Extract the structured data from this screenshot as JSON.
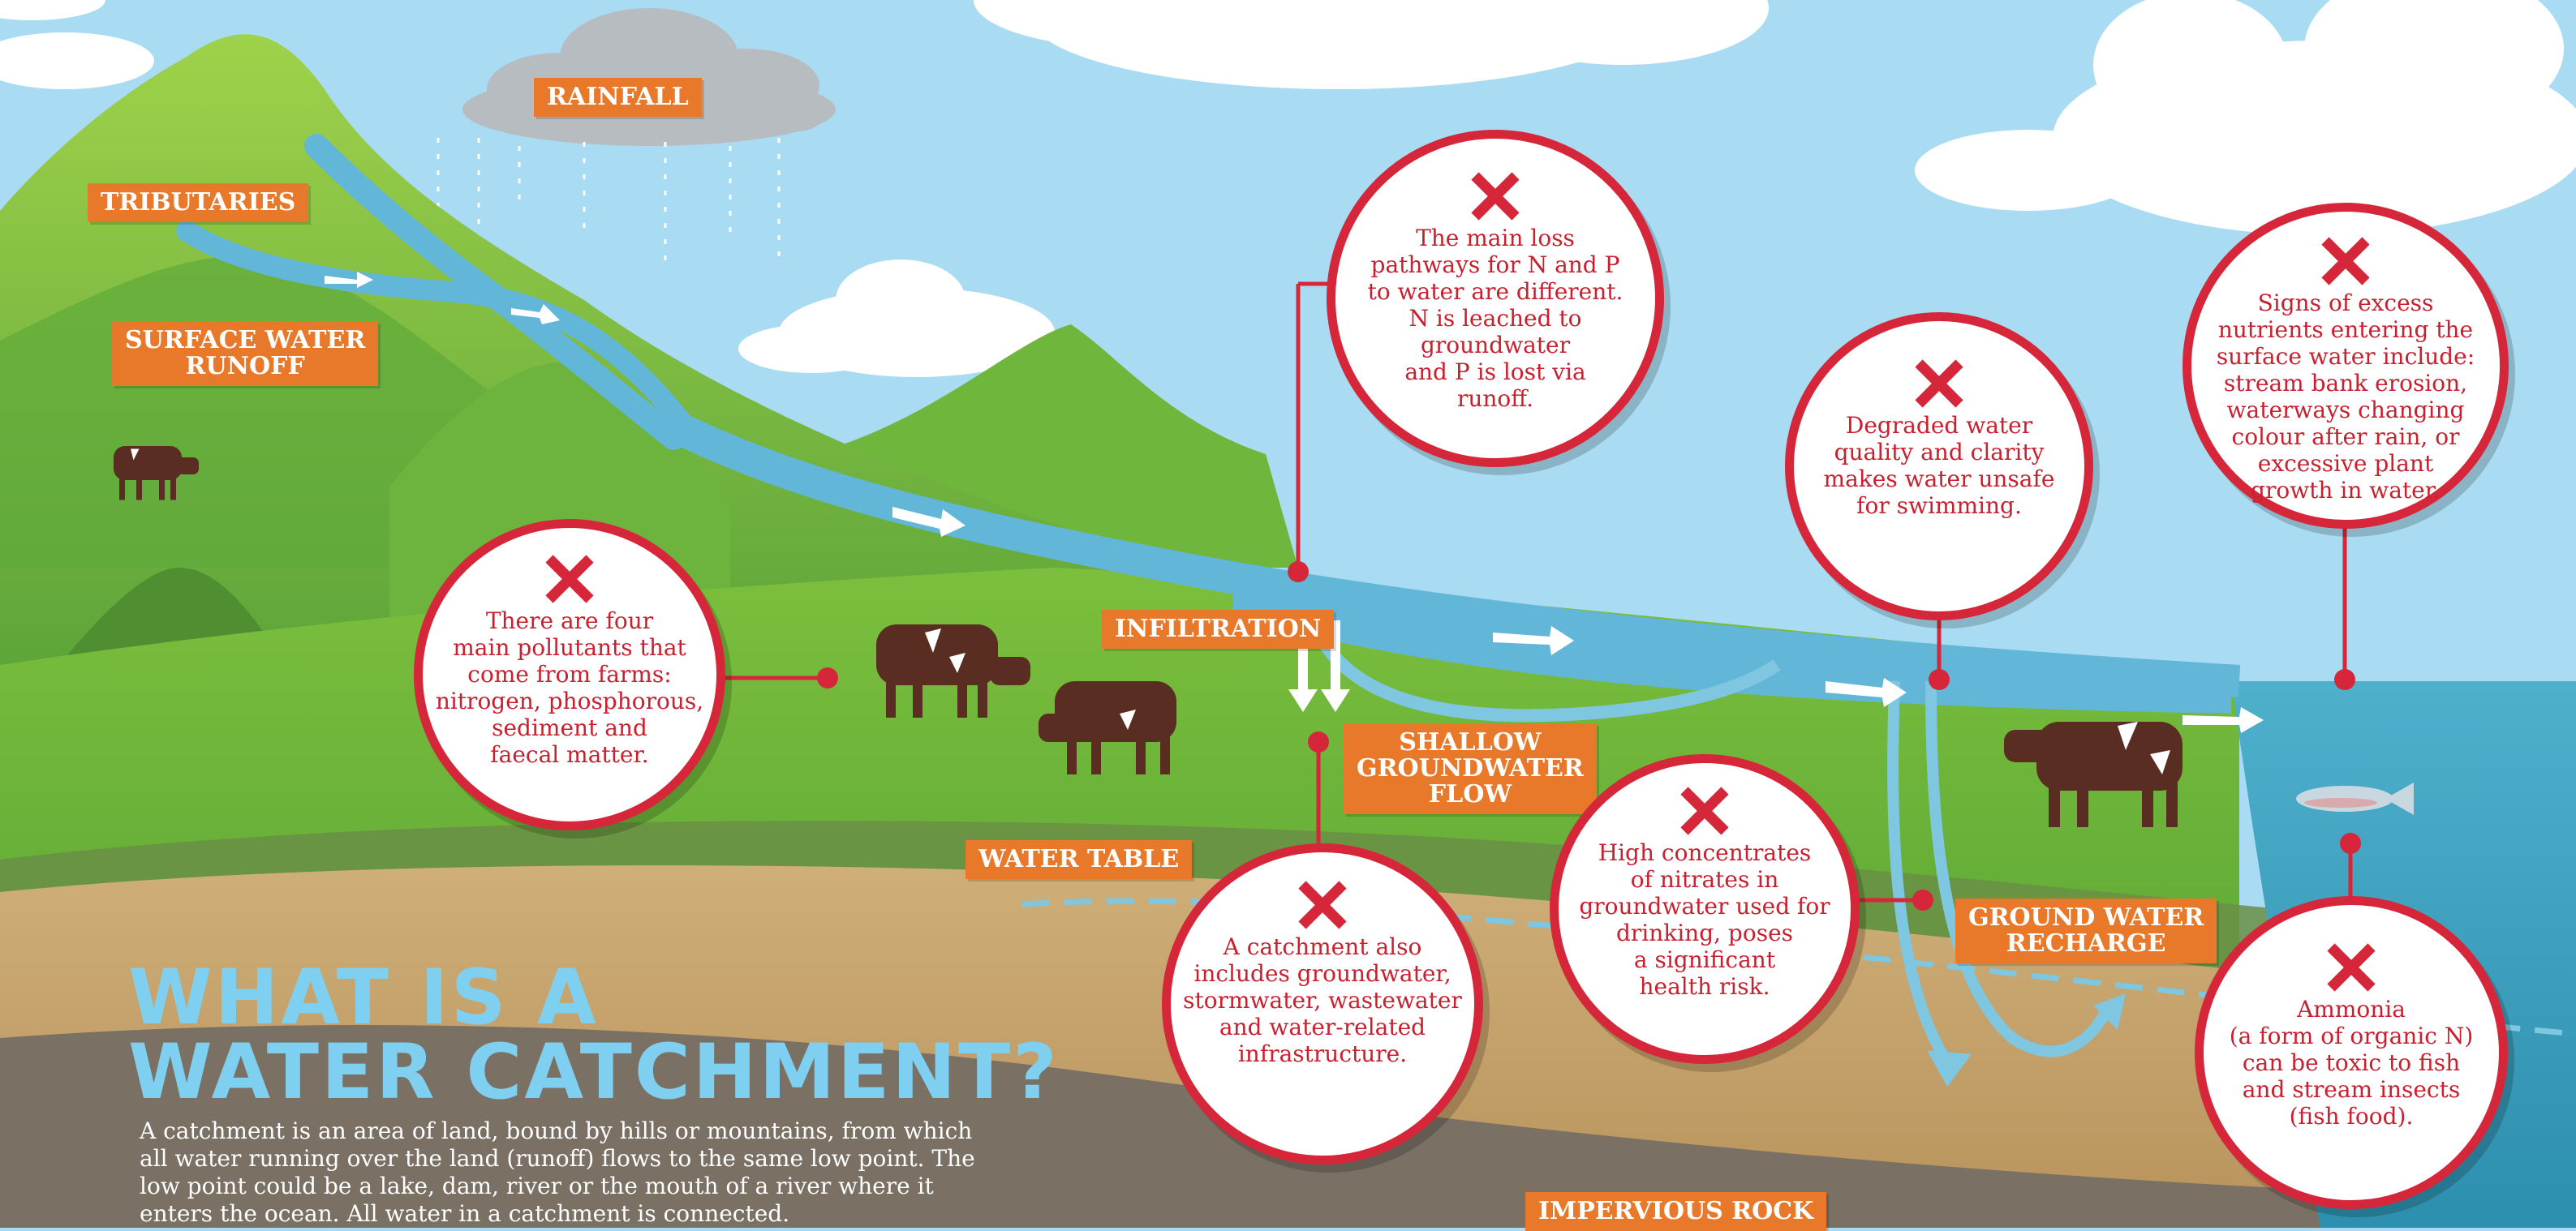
{
  "title": "WHAT IS A\nWATER CATCHMENT?",
  "description": "A catchment is an area of land, bound by hills or mountains, from which all water running over the land (runoff) flows to the same low point. The low point could be a lake, dam, river or the mouth of a river where it enters the ocean. All water in a catchment is connected.",
  "labels": {
    "rainfall": "RAINFALL",
    "tributaries": "TRIBUTARIES",
    "surface_runoff": "SURFACE WATER\nRUNOFF",
    "infiltration": "INFILTRATION",
    "shallow_flow": "SHALLOW\nGROUNDWATER\nFLOW",
    "water_table": "WATER TABLE",
    "recharge": "GROUND WATER\nRECHARGE",
    "impervious": "IMPERVIOUS ROCK"
  },
  "bubbles": {
    "pollutants": "There are four\nmain pollutants that\ncome from farms:\nnitrogen, phosphorous,\nsediment and\nfaecal matter.",
    "loss_pathways": "The main loss\npathways for N and P\nto water are different.\nN is leached to\ngroundwater\nand P is lost via\nrunoff.",
    "degraded": "Degraded water\nquality and clarity\nmakes water unsafe\nfor swimming.",
    "signs": "Signs of excess\nnutrients entering the\nsurface water include:\nstream bank erosion,\nwaterways changing\ncolour after rain, or\nexcessive plant\ngrowth in water.",
    "catchment": "A catchment also\nincludes groundwater,\nstormwater, wastewater\nand water-related\ninfrastructure.",
    "nitrates": "High concentrates\nof nitrates in\ngroundwater used for\ndrinking, poses\na significant\nhealth risk.",
    "ammonia": "Ammonia\n(a form of organic N)\ncan be toxic to fish\nand stream insects\n(fish food)."
  },
  "colors": {
    "sky": "#a9dcf2",
    "grass_dark": "#4f9a3a",
    "grass_light": "#8cc63f",
    "soil": "#c9a46e",
    "rock": "#7a7064",
    "water": "#5ab4d6",
    "ocean": "#3f9fbf",
    "tag": "#e8792a",
    "bubble_red": "#d6263a",
    "title_blue": "#7fd0f0"
  }
}
